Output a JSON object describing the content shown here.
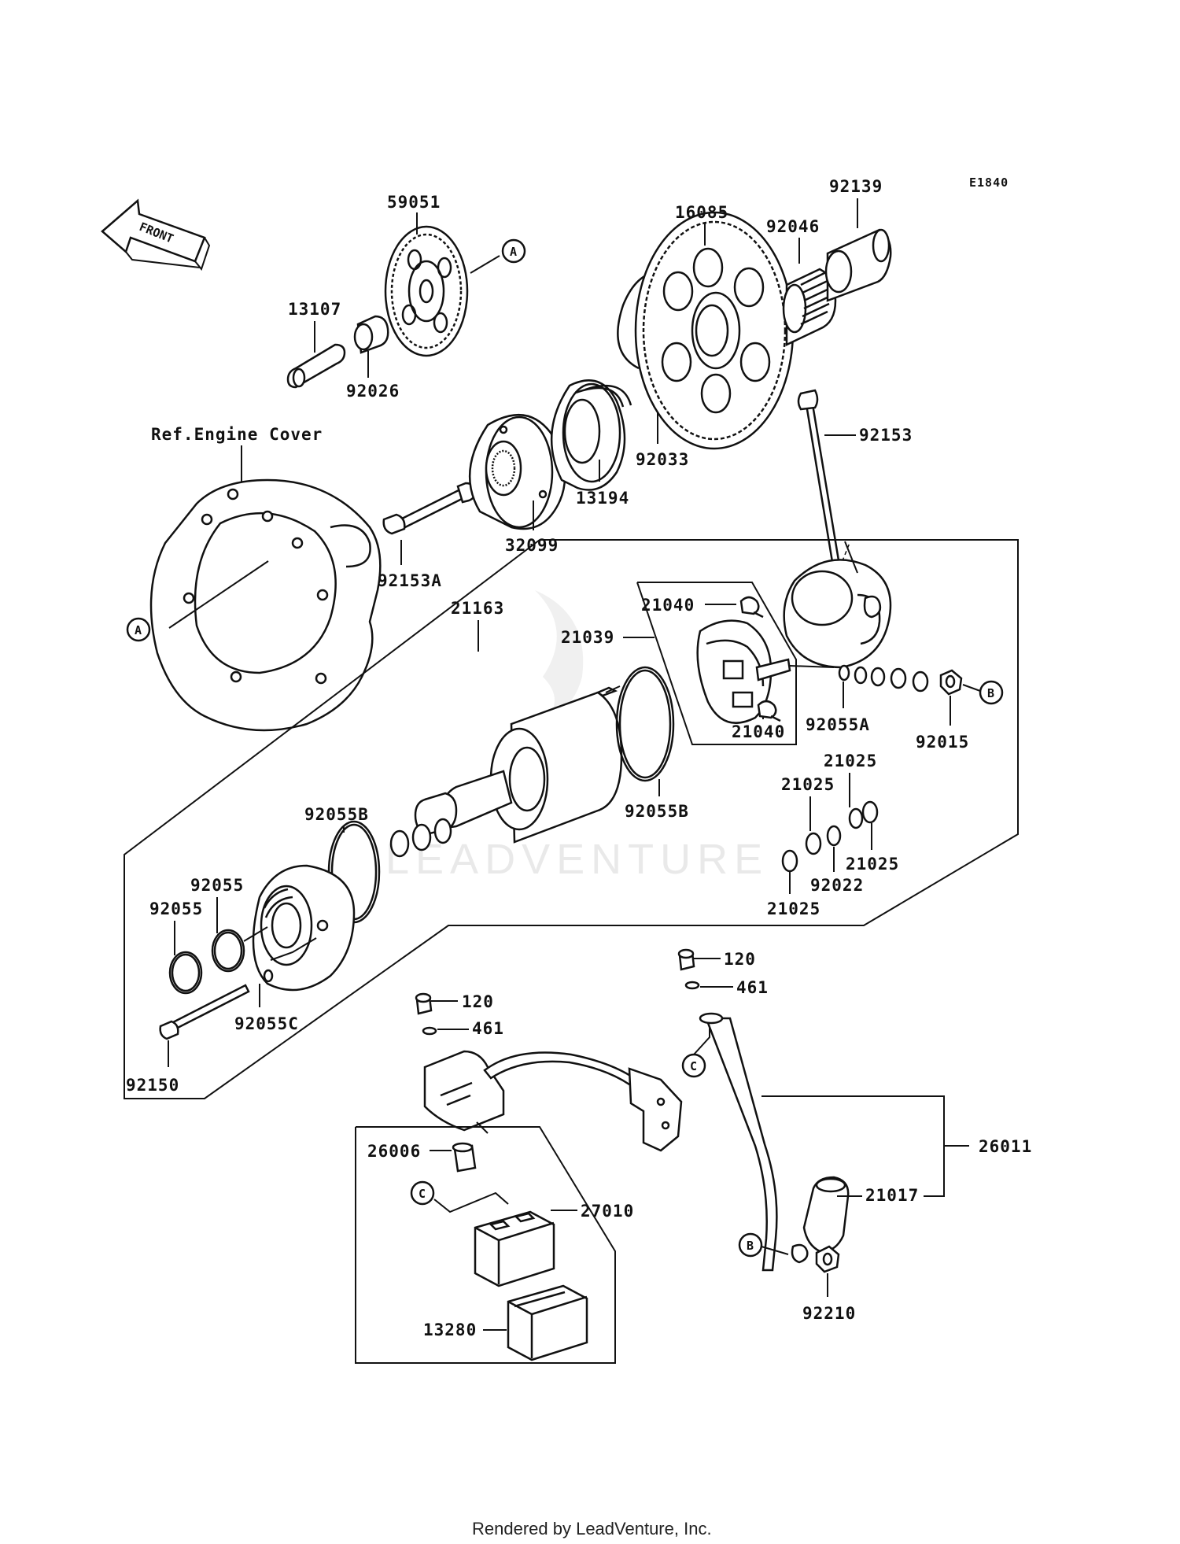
{
  "diagram_ref": "E1840",
  "direction_label": "FRONT",
  "ref_label": "Ref.Engine Cover",
  "watermark": "LEADVENTURE",
  "footer": "Rendered by LeadVenture, Inc.",
  "parts": {
    "p59051": "59051",
    "p92139": "92139",
    "p16085": "16085",
    "p92046": "92046",
    "p13107": "13107",
    "p92026": "92026",
    "p92153": "92153",
    "p92033": "92033",
    "p13194": "13194",
    "p32099": "32099",
    "p92153A": "92153A",
    "p21163": "21163",
    "p21040a": "21040",
    "p21039": "21039",
    "p92055A": "92055A",
    "p92015": "92015",
    "p21040b": "21040",
    "p21025a": "21025",
    "p21025b": "21025",
    "p92055Ba": "92055B",
    "p92055Bb": "92055B",
    "p21025c": "21025",
    "p92022": "92022",
    "p21025d": "21025",
    "p92055a": "92055",
    "p92055b": "92055",
    "p92055C": "92055C",
    "p92150": "92150",
    "p120a": "120",
    "p461a": "461",
    "p120b": "120",
    "p461b": "461",
    "p26011": "26011",
    "p26006": "26006",
    "p27010": "27010",
    "p21017": "21017",
    "p92210": "92210",
    "p13280": "13280"
  },
  "callouts": {
    "A1": "A",
    "A2": "A",
    "B1": "B",
    "B2": "B",
    "C1": "C",
    "C2": "C"
  }
}
